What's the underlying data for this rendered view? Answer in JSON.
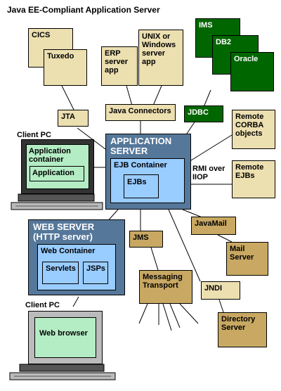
{
  "title": "Java EE-Compliant Application Server",
  "nodes": {
    "cics": "CICS",
    "tuxedo": "Tuxedo",
    "erp": "ERP server app",
    "unix": "UNIX or Windows server app",
    "ims": "IMS",
    "db2": "DB2",
    "oracle": "Oracle",
    "jta": "JTA",
    "java_connectors": "Java Connectors",
    "jdbc": "JDBC",
    "remote_corba": "Remote CORBA objects",
    "rmi_iiop": "RMI over IIOP",
    "remote_ejbs": "Remote EJBs",
    "app_server": "APPLICATION SERVER",
    "ejb_container": "EJB Container",
    "ejbs": "EJBs",
    "client_pc_1": "Client PC",
    "app_container": "Application container",
    "application": "Application",
    "web_server": "WEB SERVER (HTTP server)",
    "web_container": "Web Container",
    "servlets": "Servlets",
    "jsps": "JSPs",
    "javamail": "JavaMail",
    "mail_server": "Mail Server",
    "jms": "JMS",
    "messaging_transport": "Messaging Transport",
    "jndi": "JNDI",
    "directory_server": "Directory Server",
    "client_pc_2": "Client PC",
    "web_browser": "Web browser"
  }
}
